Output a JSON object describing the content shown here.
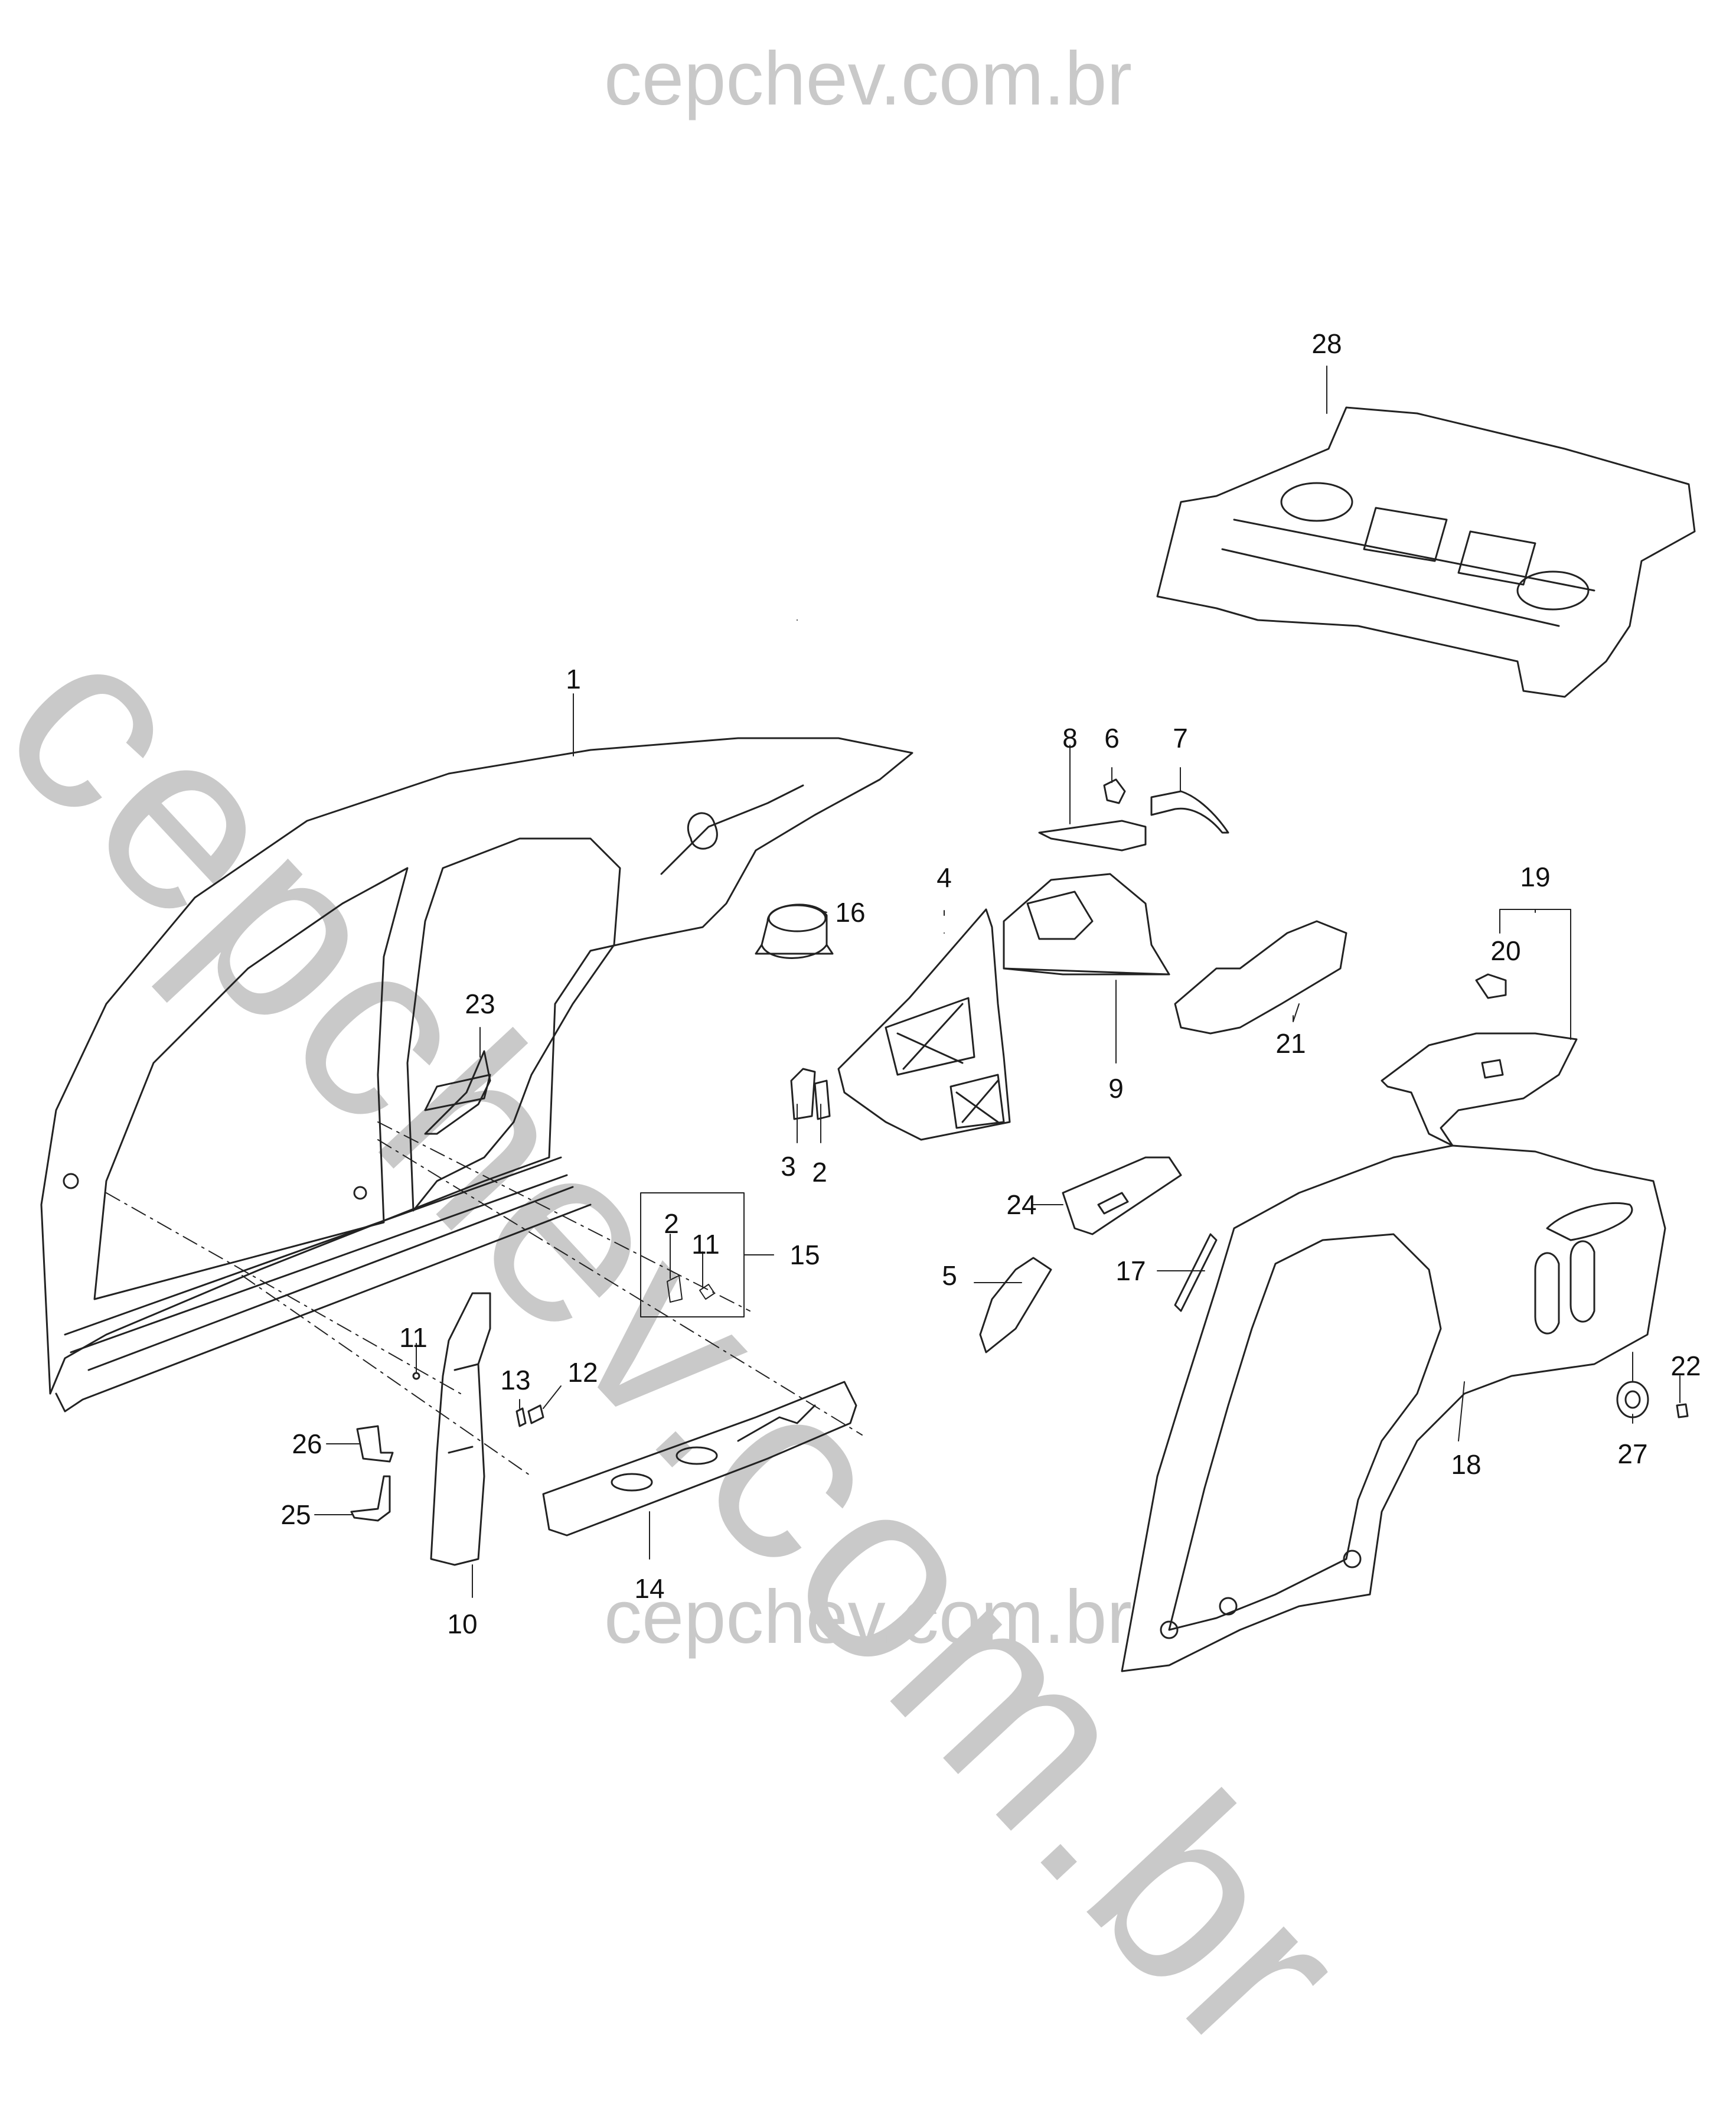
{
  "watermark": {
    "top": "cepchev.com.br",
    "diagonal": "cepchev.com.br",
    "bottom": "cepchev.com.br"
  },
  "callouts": [
    "1",
    "2",
    "3",
    "2",
    "4",
    "5",
    "6",
    "7",
    "8",
    "9",
    "10",
    "11",
    "12",
    "13",
    "14",
    "15",
    "2",
    "11",
    "16",
    "17",
    "18",
    "19",
    "20",
    "21",
    "22",
    "23",
    "24",
    "25",
    "26",
    "27",
    "28"
  ]
}
